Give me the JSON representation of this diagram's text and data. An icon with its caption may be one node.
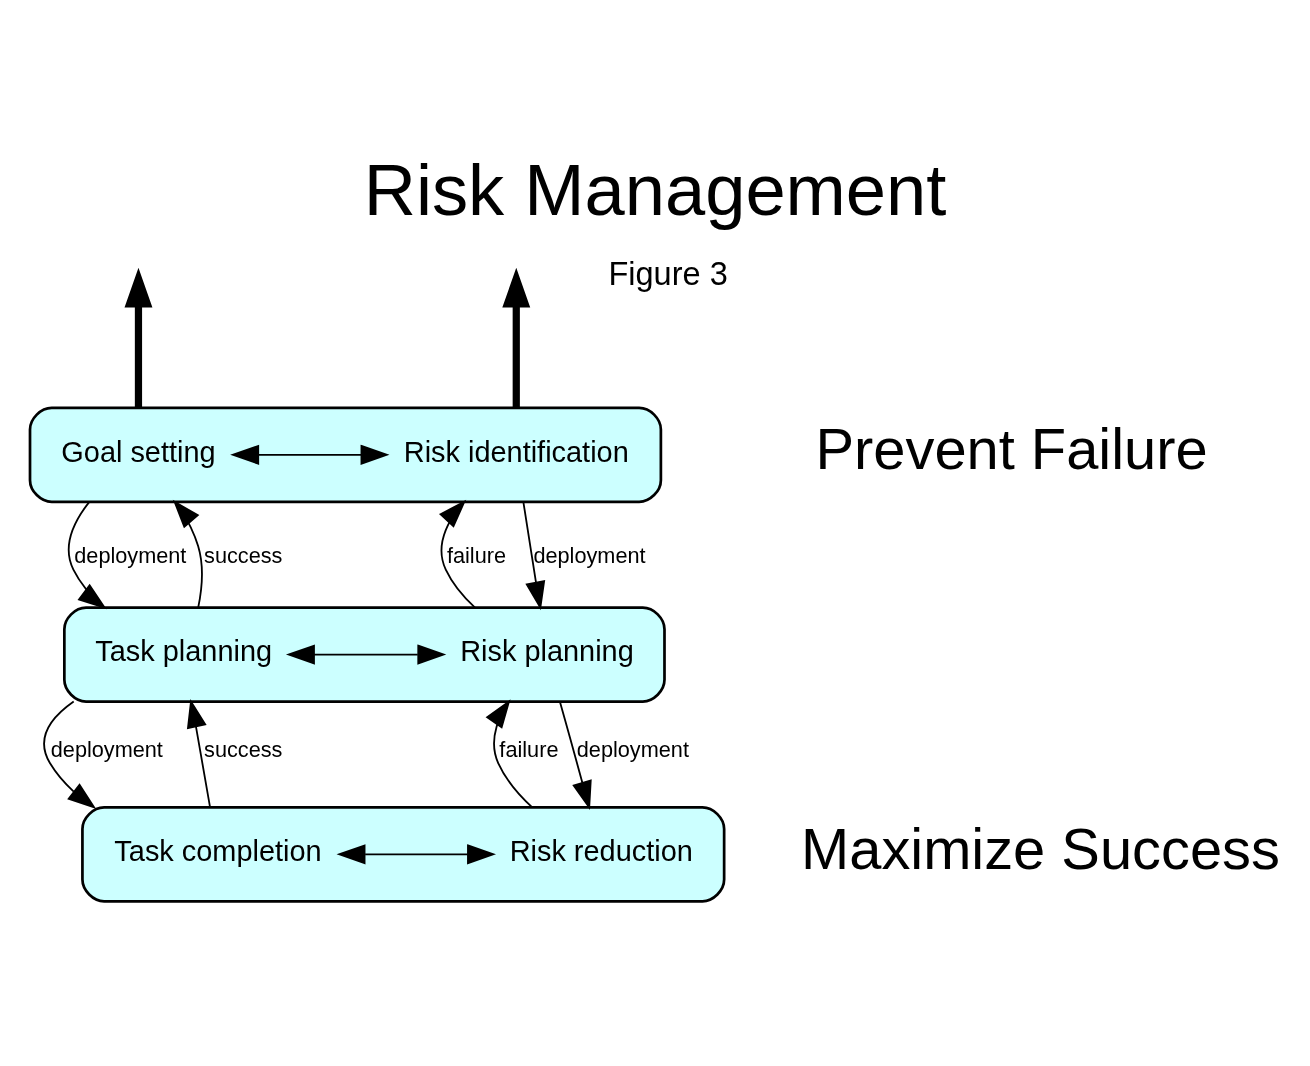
{
  "diagram": {
    "title": "Risk Management",
    "caption": "Figure 3",
    "nodes": [
      {
        "text": [],
        "shape": "ellipse"
      },
      {
        "text": [
          "Goal setting"
        ],
        "in": 0
      },
      {
        "text": [
          "Risk identification"
        ],
        "in": 0
      },
      {
        "text": [],
        "shape": "ellipse"
      },
      {
        "text": [
          "Task planning"
        ],
        "in": 3
      },
      {
        "text": [
          "Risk planning"
        ],
        "in": 3
      },
      {
        "text": [],
        "shape": "ellipse"
      },
      {
        "text": [
          "Task completion"
        ],
        "in": 6
      },
      {
        "text": [
          "Risk reduction"
        ],
        "in": 6
      }
    ],
    "edges": [
      {
        "from": 0,
        "to": null,
        "arrow": "to",
        "style": "thick"
      },
      {
        "from": 0,
        "to": null,
        "arrow": "to",
        "style": "thick"
      },
      {
        "from": 1,
        "to": 2,
        "arrow": "both"
      },
      {
        "from": 0,
        "to": 3,
        "label": "deployment",
        "arrow": "to"
      },
      {
        "from": 3,
        "to": 0,
        "label": "success",
        "arrow": "to"
      },
      {
        "from": 3,
        "to": 0,
        "label": "failure",
        "arrow": "to"
      },
      {
        "from": 0,
        "to": 3,
        "label": "deployment",
        "arrow": "to"
      },
      {
        "from": 4,
        "to": 5,
        "arrow": "both"
      },
      {
        "from": 3,
        "to": 6,
        "label": "deployment",
        "arrow": "to"
      },
      {
        "from": 6,
        "to": 3,
        "label": "success",
        "arrow": "to"
      },
      {
        "from": 6,
        "to": 3,
        "label": "failure",
        "arrow": "to"
      },
      {
        "from": 3,
        "to": 6,
        "label": "deployment",
        "arrow": "to"
      },
      {
        "from": 7,
        "to": 8,
        "arrow": "both"
      }
    ],
    "labels": [
      "Prevent Failure",
      "Maximize Success"
    ]
  }
}
